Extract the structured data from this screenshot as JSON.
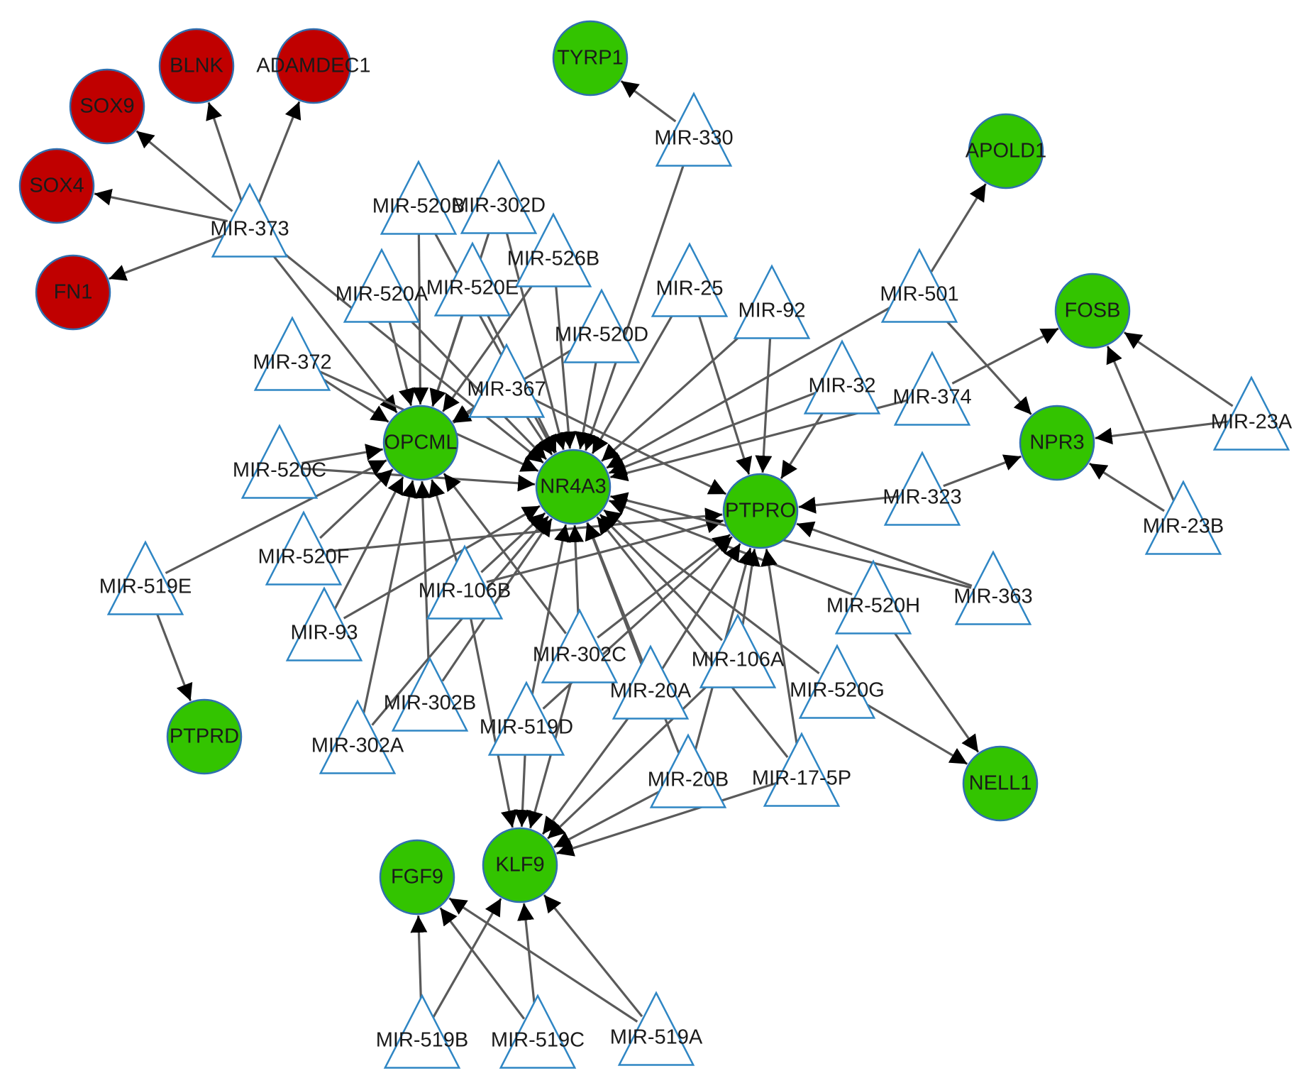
{
  "colors": {
    "up": "#c00000",
    "down": "#33c400",
    "mirna_border": "#2f86c4",
    "edge": "#5a5a5a"
  },
  "nodes": [
    {
      "id": "BLNK",
      "label": "BLNK",
      "kind": "gene",
      "status": "up"
    },
    {
      "id": "ADAMDEC1",
      "label": "ADAMDEC1",
      "kind": "gene",
      "status": "up"
    },
    {
      "id": "SOX9",
      "label": "SOX9",
      "kind": "gene",
      "status": "up"
    },
    {
      "id": "SOX4",
      "label": "SOX4",
      "kind": "gene",
      "status": "up"
    },
    {
      "id": "FN1",
      "label": "FN1",
      "kind": "gene",
      "status": "up"
    },
    {
      "id": "TYRP1",
      "label": "TYRP1",
      "kind": "gene",
      "status": "down"
    },
    {
      "id": "APOLD1",
      "label": "APOLD1",
      "kind": "gene",
      "status": "down"
    },
    {
      "id": "FOSB",
      "label": "FOSB",
      "kind": "gene",
      "status": "down"
    },
    {
      "id": "NPR3",
      "label": "NPR3",
      "kind": "gene",
      "status": "down"
    },
    {
      "id": "OPCML",
      "label": "OPCML",
      "kind": "gene",
      "status": "down"
    },
    {
      "id": "NR4A3",
      "label": "NR4A3",
      "kind": "gene",
      "status": "down"
    },
    {
      "id": "PTPRO",
      "label": "PTPRO",
      "kind": "gene",
      "status": "down"
    },
    {
      "id": "PTPRD",
      "label": "PTPRD",
      "kind": "gene",
      "status": "down"
    },
    {
      "id": "NELL1",
      "label": "NELL1",
      "kind": "gene",
      "status": "down"
    },
    {
      "id": "KLF9",
      "label": "KLF9",
      "kind": "gene",
      "status": "down"
    },
    {
      "id": "FGF9",
      "label": "FGF9",
      "kind": "gene",
      "status": "down"
    },
    {
      "id": "MIR-373",
      "label": "MIR-373",
      "kind": "mirna"
    },
    {
      "id": "MIR-330",
      "label": "MIR-330",
      "kind": "mirna"
    },
    {
      "id": "MIR-520B",
      "label": "MIR-520B",
      "kind": "mirna"
    },
    {
      "id": "MIR-302D",
      "label": "MIR-302D",
      "kind": "mirna"
    },
    {
      "id": "MIR-526B",
      "label": "MIR-526B",
      "kind": "mirna"
    },
    {
      "id": "MIR-520A",
      "label": "MIR-520A",
      "kind": "mirna"
    },
    {
      "id": "MIR-520E",
      "label": "MIR-520E",
      "kind": "mirna"
    },
    {
      "id": "MIR-25",
      "label": "MIR-25",
      "kind": "mirna"
    },
    {
      "id": "MIR-92",
      "label": "MIR-92",
      "kind": "mirna"
    },
    {
      "id": "MIR-501",
      "label": "MIR-501",
      "kind": "mirna"
    },
    {
      "id": "MIR-520D",
      "label": "MIR-520D",
      "kind": "mirna"
    },
    {
      "id": "MIR-372",
      "label": "MIR-372",
      "kind": "mirna"
    },
    {
      "id": "MIR-367",
      "label": "MIR-367",
      "kind": "mirna"
    },
    {
      "id": "MIR-32",
      "label": "MIR-32",
      "kind": "mirna"
    },
    {
      "id": "MIR-374",
      "label": "MIR-374",
      "kind": "mirna"
    },
    {
      "id": "MIR-23A",
      "label": "MIR-23A",
      "kind": "mirna"
    },
    {
      "id": "MIR-520C",
      "label": "MIR-520C",
      "kind": "mirna"
    },
    {
      "id": "MIR-323",
      "label": "MIR-323",
      "kind": "mirna"
    },
    {
      "id": "MIR-23B",
      "label": "MIR-23B",
      "kind": "mirna"
    },
    {
      "id": "MIR-520F",
      "label": "MIR-520F",
      "kind": "mirna"
    },
    {
      "id": "MIR-519E",
      "label": "MIR-519E",
      "kind": "mirna"
    },
    {
      "id": "MIR-106B",
      "label": "MIR-106B",
      "kind": "mirna"
    },
    {
      "id": "MIR-363",
      "label": "MIR-363",
      "kind": "mirna"
    },
    {
      "id": "MIR-520H",
      "label": "MIR-520H",
      "kind": "mirna"
    },
    {
      "id": "MIR-93",
      "label": "MIR-93",
      "kind": "mirna"
    },
    {
      "id": "MIR-302C",
      "label": "MIR-302C",
      "kind": "mirna"
    },
    {
      "id": "MIR-106A",
      "label": "MIR-106A",
      "kind": "mirna"
    },
    {
      "id": "MIR-20A",
      "label": "MIR-20A",
      "kind": "mirna"
    },
    {
      "id": "MIR-520G",
      "label": "MIR-520G",
      "kind": "mirna"
    },
    {
      "id": "MIR-302B",
      "label": "MIR-302B",
      "kind": "mirna"
    },
    {
      "id": "MIR-519D",
      "label": "MIR-519D",
      "kind": "mirna"
    },
    {
      "id": "MIR-302A",
      "label": "MIR-302A",
      "kind": "mirna"
    },
    {
      "id": "MIR-20B",
      "label": "MIR-20B",
      "kind": "mirna"
    },
    {
      "id": "MIR-17-5P",
      "label": "MIR-17-5P",
      "kind": "mirna"
    },
    {
      "id": "MIR-519B",
      "label": "MIR-519B",
      "kind": "mirna"
    },
    {
      "id": "MIR-519C",
      "label": "MIR-519C",
      "kind": "mirna"
    },
    {
      "id": "MIR-519A",
      "label": "MIR-519A",
      "kind": "mirna"
    }
  ],
  "edges": [
    [
      "MIR-373",
      "BLNK"
    ],
    [
      "MIR-373",
      "ADAMDEC1"
    ],
    [
      "MIR-373",
      "SOX9"
    ],
    [
      "MIR-373",
      "SOX4"
    ],
    [
      "MIR-373",
      "FN1"
    ],
    [
      "MIR-373",
      "OPCML"
    ],
    [
      "MIR-373",
      "NR4A3"
    ],
    [
      "MIR-330",
      "TYRP1"
    ],
    [
      "MIR-330",
      "NR4A3"
    ],
    [
      "MIR-501",
      "APOLD1"
    ],
    [
      "MIR-501",
      "NPR3"
    ],
    [
      "MIR-501",
      "NR4A3"
    ],
    [
      "MIR-374",
      "FOSB"
    ],
    [
      "MIR-374",
      "NR4A3"
    ],
    [
      "MIR-23A",
      "FOSB"
    ],
    [
      "MIR-23A",
      "NPR3"
    ],
    [
      "MIR-23B",
      "FOSB"
    ],
    [
      "MIR-23B",
      "NPR3"
    ],
    [
      "MIR-323",
      "NPR3"
    ],
    [
      "MIR-323",
      "PTPRO"
    ],
    [
      "MIR-520B",
      "OPCML"
    ],
    [
      "MIR-520B",
      "NR4A3"
    ],
    [
      "MIR-302D",
      "OPCML"
    ],
    [
      "MIR-302D",
      "NR4A3"
    ],
    [
      "MIR-526B",
      "OPCML"
    ],
    [
      "MIR-526B",
      "NR4A3"
    ],
    [
      "MIR-520A",
      "OPCML"
    ],
    [
      "MIR-520A",
      "NR4A3"
    ],
    [
      "MIR-520E",
      "OPCML"
    ],
    [
      "MIR-520E",
      "NR4A3"
    ],
    [
      "MIR-520D",
      "OPCML"
    ],
    [
      "MIR-520D",
      "NR4A3"
    ],
    [
      "MIR-372",
      "OPCML"
    ],
    [
      "MIR-372",
      "NR4A3"
    ],
    [
      "MIR-367",
      "OPCML"
    ],
    [
      "MIR-367",
      "NR4A3"
    ],
    [
      "MIR-367",
      "PTPRO"
    ],
    [
      "MIR-25",
      "NR4A3"
    ],
    [
      "MIR-25",
      "PTPRO"
    ],
    [
      "MIR-92",
      "NR4A3"
    ],
    [
      "MIR-92",
      "PTPRO"
    ],
    [
      "MIR-32",
      "NR4A3"
    ],
    [
      "MIR-32",
      "PTPRO"
    ],
    [
      "MIR-520C",
      "OPCML"
    ],
    [
      "MIR-520C",
      "NR4A3"
    ],
    [
      "MIR-520F",
      "OPCML"
    ],
    [
      "MIR-520F",
      "PTPRO"
    ],
    [
      "MIR-519E",
      "OPCML"
    ],
    [
      "MIR-519E",
      "PTPRD"
    ],
    [
      "MIR-93",
      "OPCML"
    ],
    [
      "MIR-93",
      "NR4A3"
    ],
    [
      "MIR-106B",
      "OPCML"
    ],
    [
      "MIR-106B",
      "NR4A3"
    ],
    [
      "MIR-106B",
      "PTPRO"
    ],
    [
      "MIR-106B",
      "KLF9"
    ],
    [
      "MIR-363",
      "NR4A3"
    ],
    [
      "MIR-363",
      "PTPRO"
    ],
    [
      "MIR-520H",
      "NR4A3"
    ],
    [
      "MIR-520H",
      "NELL1"
    ],
    [
      "MIR-302C",
      "OPCML"
    ],
    [
      "MIR-302C",
      "NR4A3"
    ],
    [
      "MIR-302C",
      "PTPRO"
    ],
    [
      "MIR-302C",
      "KLF9"
    ],
    [
      "MIR-106A",
      "NR4A3"
    ],
    [
      "MIR-106A",
      "PTPRO"
    ],
    [
      "MIR-106A",
      "KLF9"
    ],
    [
      "MIR-20A",
      "NR4A3"
    ],
    [
      "MIR-20A",
      "PTPRO"
    ],
    [
      "MIR-20A",
      "KLF9"
    ],
    [
      "MIR-520G",
      "NR4A3"
    ],
    [
      "MIR-520G",
      "NELL1"
    ],
    [
      "MIR-302B",
      "OPCML"
    ],
    [
      "MIR-302B",
      "NR4A3"
    ],
    [
      "MIR-519D",
      "NR4A3"
    ],
    [
      "MIR-519D",
      "PTPRO"
    ],
    [
      "MIR-519D",
      "KLF9"
    ],
    [
      "MIR-302A",
      "OPCML"
    ],
    [
      "MIR-302A",
      "NR4A3"
    ],
    [
      "MIR-20B",
      "NR4A3"
    ],
    [
      "MIR-20B",
      "PTPRO"
    ],
    [
      "MIR-20B",
      "KLF9"
    ],
    [
      "MIR-17-5P",
      "NR4A3"
    ],
    [
      "MIR-17-5P",
      "PTPRO"
    ],
    [
      "MIR-17-5P",
      "KLF9"
    ],
    [
      "MIR-519B",
      "FGF9"
    ],
    [
      "MIR-519B",
      "KLF9"
    ],
    [
      "MIR-519C",
      "FGF9"
    ],
    [
      "MIR-519C",
      "KLF9"
    ],
    [
      "MIR-519A",
      "FGF9"
    ],
    [
      "MIR-519A",
      "KLF9"
    ]
  ]
}
